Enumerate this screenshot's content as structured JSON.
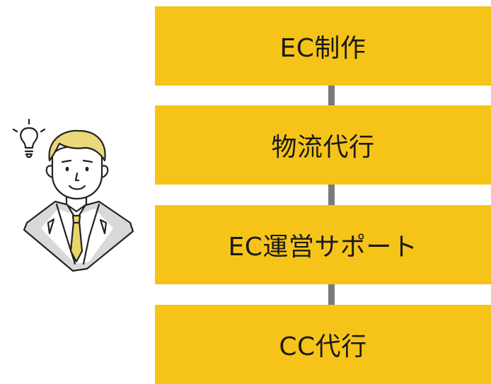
{
  "flow": {
    "steps": [
      {
        "label": "EC制作"
      },
      {
        "label": "物流代行"
      },
      {
        "label": "EC運営サポート"
      },
      {
        "label": "CC代行"
      }
    ]
  },
  "icons": {
    "person": "businessman-with-lightbulb-icon"
  },
  "colors": {
    "box_fill": "#f6c418",
    "connector": "#7a7a7a",
    "text": "#1a1a1a",
    "hair": "#ead87a",
    "tie": "#e8d66a",
    "suit_shadow": "#d9d9d9"
  }
}
